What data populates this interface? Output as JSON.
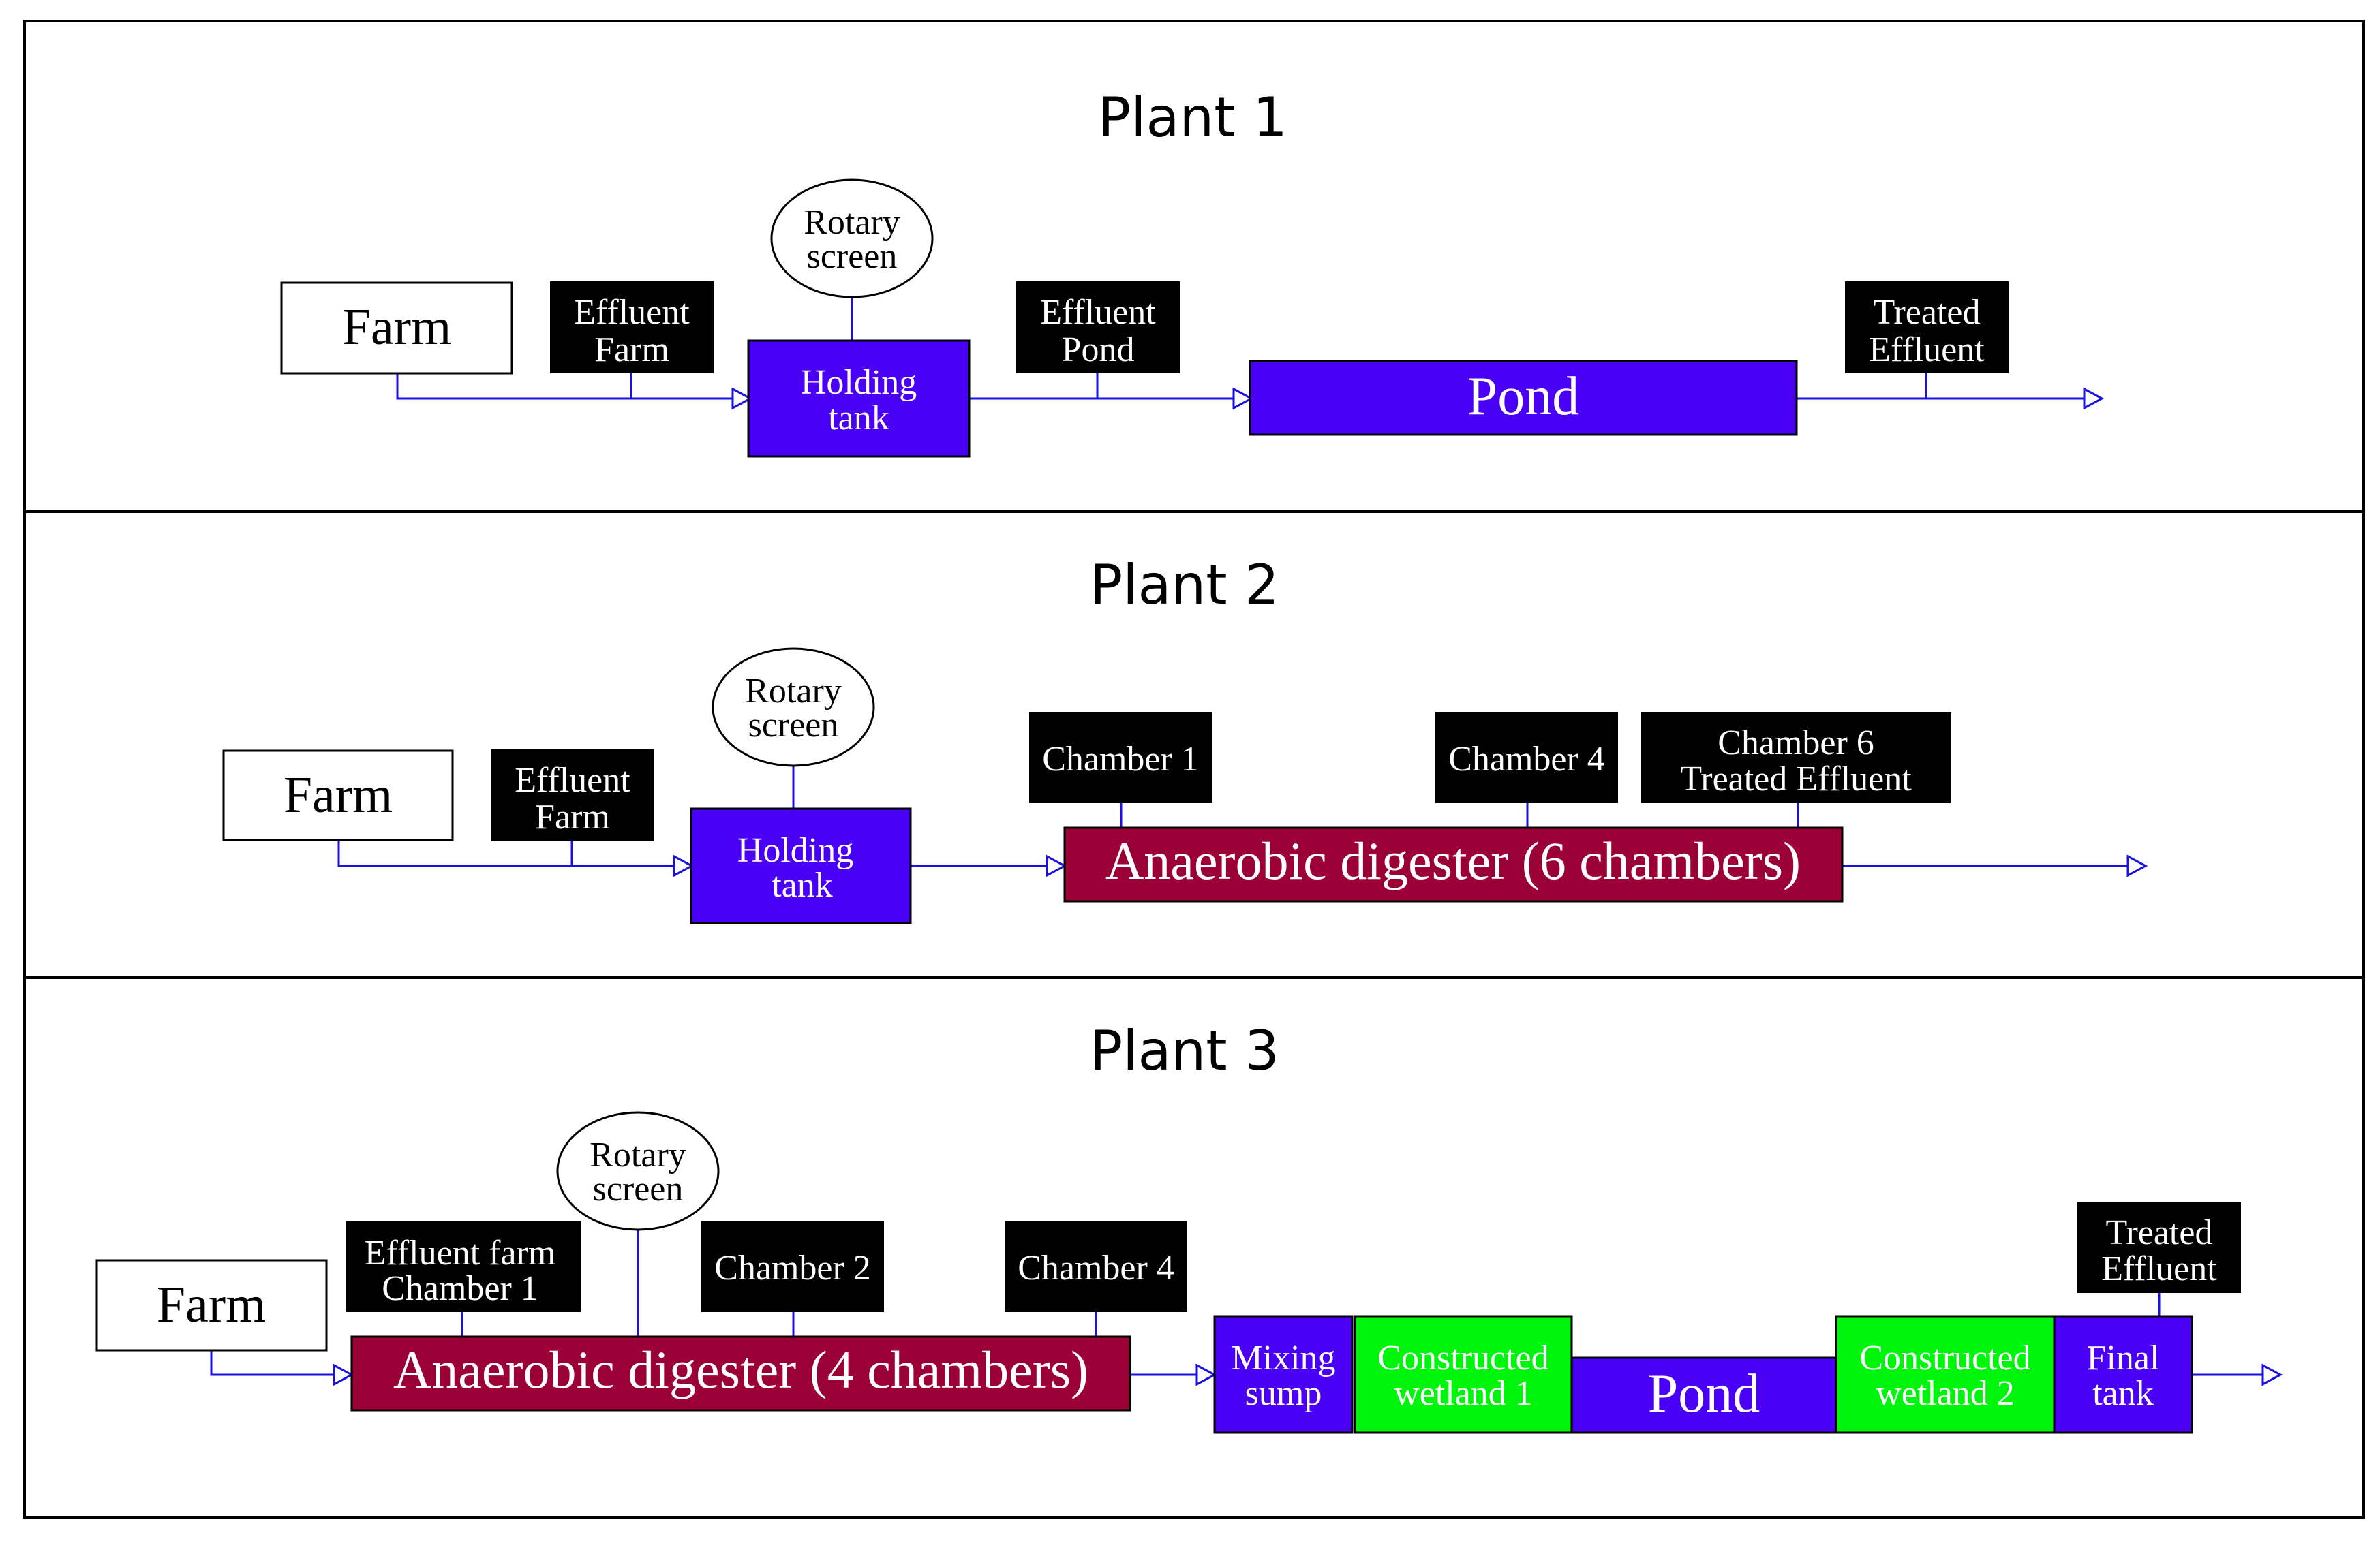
{
  "colors": {
    "border": "#000000",
    "flow_line": "#1a10e0",
    "process_blue": "#4a00f5",
    "digester_red": "#9b0036",
    "wetland_green": "#00f50c",
    "sample_label_bg": "#000000",
    "farm_bg": "#ffffff"
  },
  "plants": [
    {
      "title": "Plant 1",
      "farm": "Farm",
      "rotary": [
        "Rotary",
        "screen"
      ],
      "sample_labels": [
        [
          "Effluent",
          "Farm"
        ],
        [
          "Effluent",
          "Pond"
        ],
        [
          "Treated",
          "Effluent"
        ]
      ],
      "units": [
        [
          "Holding",
          "tank"
        ],
        [
          "Pond"
        ]
      ]
    },
    {
      "title": "Plant 2",
      "farm": "Farm",
      "rotary": [
        "Rotary",
        "screen"
      ],
      "sample_labels": [
        [
          "Effluent",
          "Farm"
        ],
        [
          "Chamber 1"
        ],
        [
          "Chamber 4"
        ],
        [
          "Chamber 6",
          "Treated Effluent"
        ]
      ],
      "units": [
        [
          "Holding",
          "tank"
        ],
        [
          "Anaerobic digester (6 chambers)"
        ]
      ]
    },
    {
      "title": "Plant 3",
      "farm": "Farm",
      "rotary": [
        "Rotary",
        "screen"
      ],
      "sample_labels": [
        [
          "Effluent farm",
          "Chamber 1"
        ],
        [
          "Chamber 2"
        ],
        [
          "Chamber 4"
        ],
        [
          "Treated",
          "Effluent"
        ]
      ],
      "units": [
        [
          "Anaerobic digester (4 chambers)"
        ],
        [
          "Mixing",
          "sump"
        ],
        [
          "Constructed",
          "wetland 1"
        ],
        [
          "Pond"
        ],
        [
          "Constructed",
          "wetland 2"
        ],
        [
          "Final",
          "tank"
        ]
      ]
    }
  ]
}
